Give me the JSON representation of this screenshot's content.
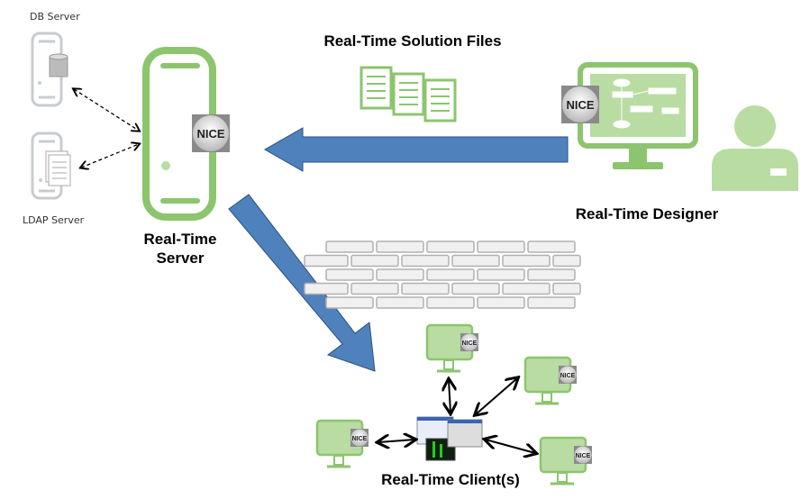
{
  "labels": {
    "db_server": "DB Server",
    "ldap_server": "LDAP Server",
    "rt_server_line1": "Real-Time",
    "rt_server_line2": "Server",
    "solution_files": "Real-Time Solution Files",
    "designer": "Real-Time Designer",
    "clients": "Real-Time Client(s)"
  },
  "badge_text": "NICE",
  "colors": {
    "green": "#8cc56e",
    "green_fill": "#b9dca3",
    "blue_arrow": "#4f81bd",
    "gray": "#c8ccd0"
  }
}
